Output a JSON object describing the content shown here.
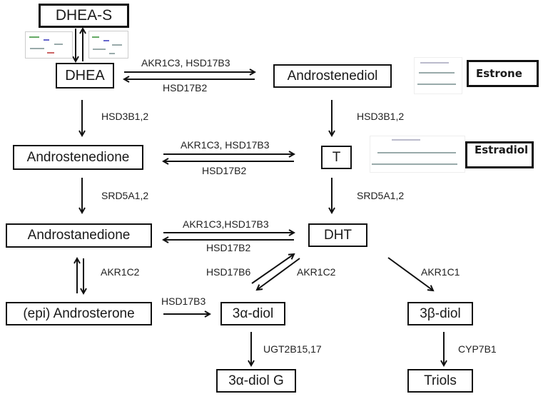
{
  "nodes": {
    "dhea_s": "DHEA-S",
    "dhea": "DHEA",
    "androstenediol": "Androstenediol",
    "estrone": "Estrone",
    "androstenedione": "Androstenedione",
    "t": "T",
    "estradiol": "Estradiol",
    "androstanedione": "Androstanedione",
    "dht": "DHT",
    "epi_androsterone": "(epi) Androsterone",
    "three_alpha_diol": "3α-diol",
    "three_beta_diol": "3β-diol",
    "three_alpha_diol_g": "3α-diol G",
    "triols": "Triols"
  },
  "enzymes": {
    "dhea_to_androstenediol": "AKR1C3, HSD17B3",
    "androstenediol_to_dhea": "HSD17B2",
    "dhea_to_androstenedione": "HSD3B1,2",
    "androstenediol_to_t": "HSD3B1,2",
    "androstenedione_to_t": "AKR1C3, HSD17B3",
    "t_to_androstenedione": "HSD17B2",
    "androstenedione_to_androstanedione": "SRD5A1,2",
    "t_to_dht": "SRD5A1,2",
    "androstanedione_to_dht": "AKR1C3,HSD17B3",
    "dht_to_androstanedione": "HSD17B2",
    "androstanedione_epi": "AKR1C2",
    "epi_to_3a_diol": "HSD17B3",
    "diol_to_dht": "HSD17B6",
    "dht_to_diol": "AKR1C2",
    "dht_to_3b_diol": "AKR1C1",
    "glucuronidation": "UGT2B15,17",
    "three_beta_to_triols": "CYP7B1"
  }
}
